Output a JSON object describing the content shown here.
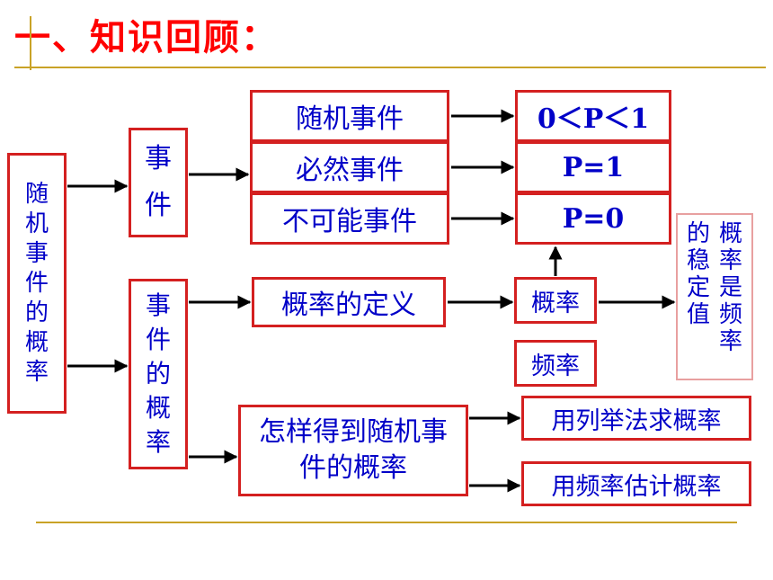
{
  "title": "一、知识回顾：",
  "boxes": {
    "root": "随机事件的概率",
    "event": "事件",
    "random_event": "随机事件",
    "certain_event": "必然事件",
    "impossible_event": "不可能事件",
    "p_random": "0＜P＜1",
    "p_certain": "P=1",
    "p_impossible": "P=0",
    "event_prob": "事件的概率",
    "prob_def": "概率的定义",
    "prob": "概率",
    "freq": "频率",
    "stable_col1": "概率是频率",
    "stable_col2": "的稳定值",
    "how_to_get": "怎样得到随机事件的概率",
    "enumeration": "用列举法求概率",
    "freq_estimate": "用频率估计概率"
  },
  "colors": {
    "title": "#ff0000",
    "border": "#d42020",
    "text": "#0000c8",
    "rule": "#c9a227"
  }
}
